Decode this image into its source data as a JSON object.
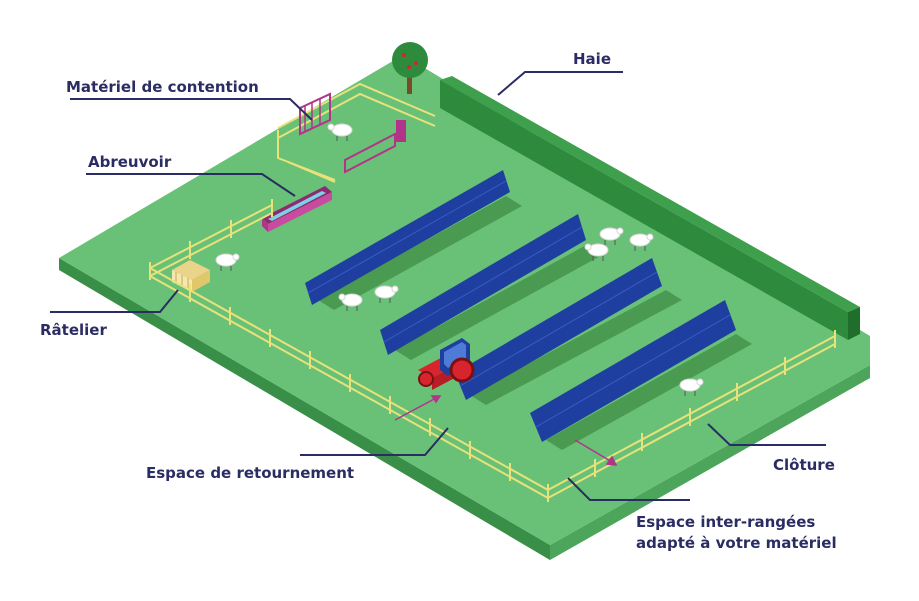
{
  "labels": {
    "haie": "Haie",
    "contention": "Matériel de contention",
    "abreuvoir": "Abreuvoir",
    "ratelier": "Râtelier",
    "retournement": "Espace de retournement",
    "cloture": "Clôture",
    "interrangees_line1": "Espace inter-rangées",
    "interrangees_line2": "adapté à votre matériel"
  },
  "colors": {
    "field_top": "#69c177",
    "field_left_side": "#4da45b",
    "field_front_side": "#3a8f48",
    "hedge": "#2e8a3d",
    "hedge_dark": "#1f6e2c",
    "fence": "#e9e27a",
    "panel": "#1f3fa0",
    "panel_shadow": "#4a9a52",
    "label_text": "#2a2d63",
    "leader_line": "#2a2d63",
    "equipment": "#b1348a",
    "tractor": "#d8242c",
    "tree": "#2e8a3d"
  }
}
